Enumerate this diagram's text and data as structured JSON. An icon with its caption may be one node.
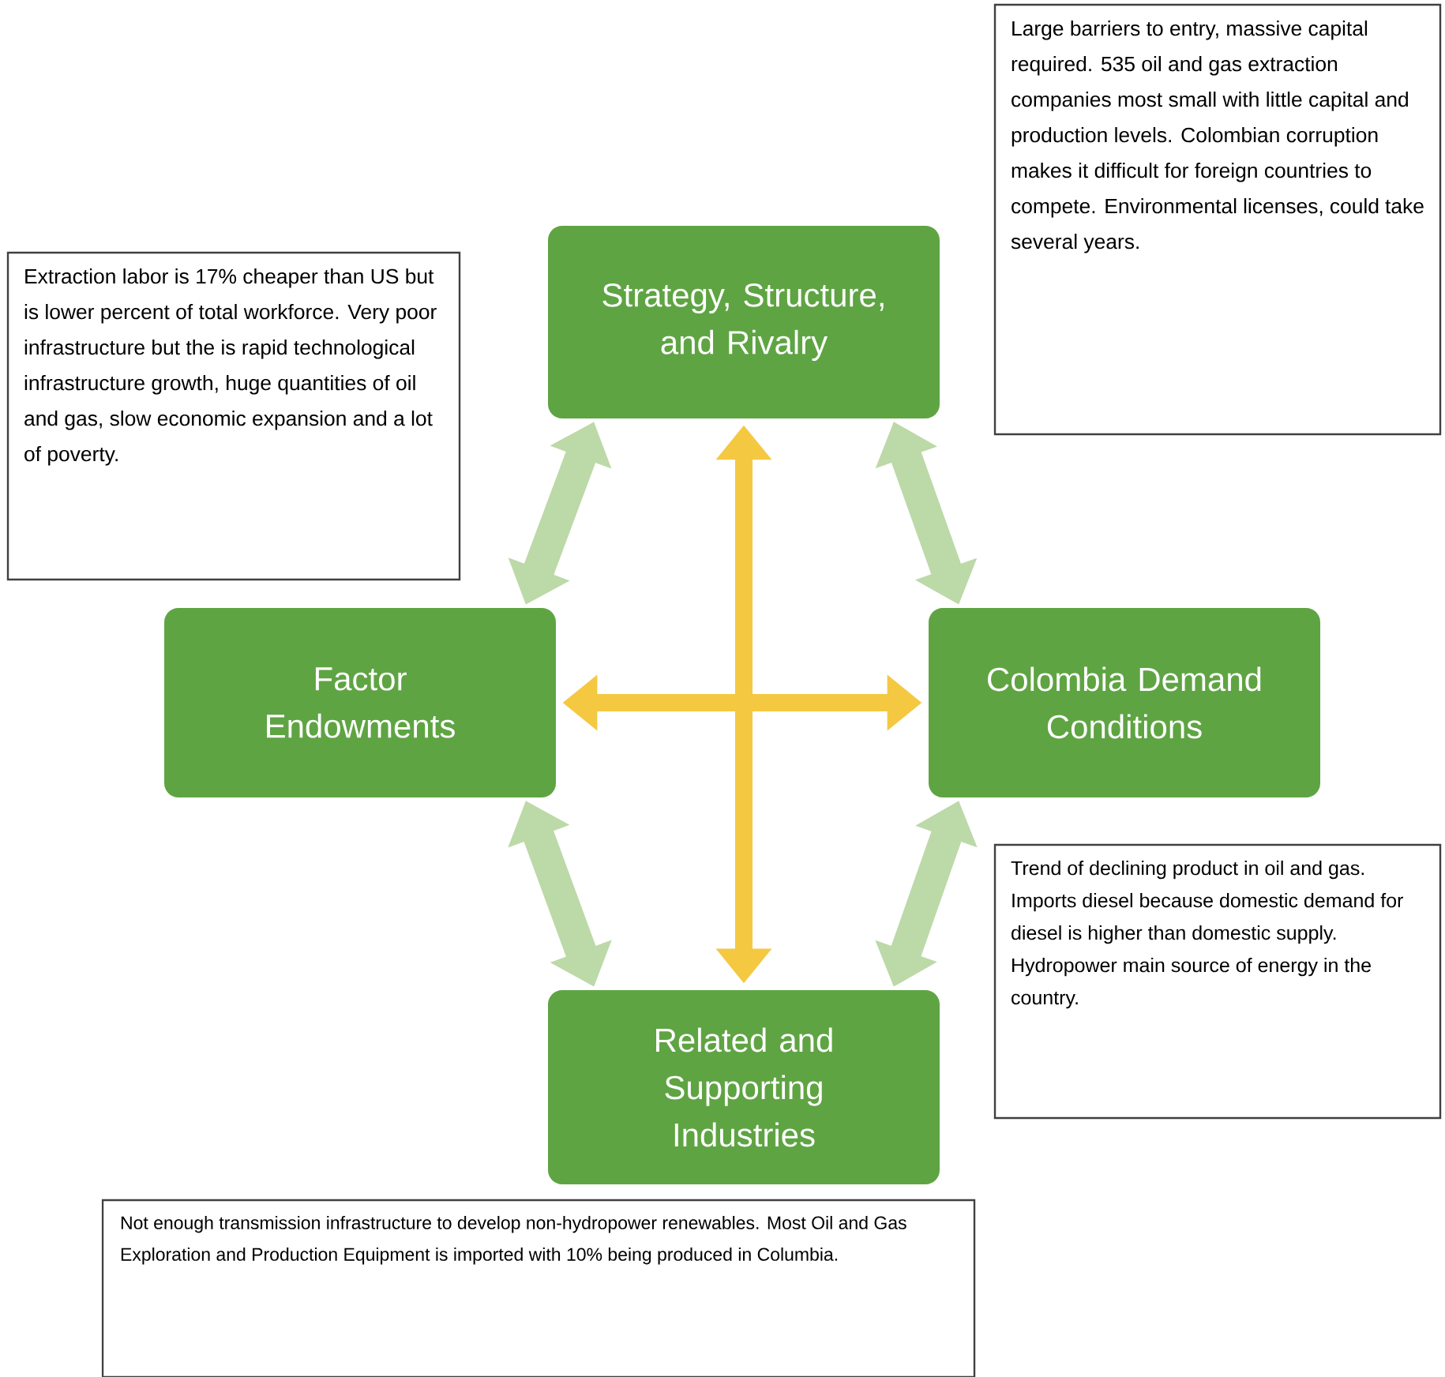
{
  "diagram": {
    "nodes": [
      {
        "text": [
          "Strategy, Structure, and Rivalry"
        ]
      },
      {
        "text": [
          "Large barriers to entry, massive capital required. 535 oil and gas extraction companies most small with little capital and production levels. Colombian corruption makes it difficult for foreign countries to compete. Environmental licenses, could take several years."
        ]
      },
      {
        "text": [
          "Extraction labor is 17% cheaper than US but is lower percent of total workforce. Very poor infrastructure but the is rapid technological infrastructure growth, huge quantities of oil and gas, slow economic expansion and a lot of poverty."
        ]
      },
      {
        "text": [
          "Factor Endowments"
        ]
      },
      {
        "text": [
          "Colombia Demand Conditions"
        ]
      },
      {
        "text": [
          "Trend of declining product in oil and gas. Imports diesel because domestic demand for diesel is higher than domestic supply. Hydropower main source of energy in the country."
        ]
      },
      {
        "text": [
          "Related and Supporting Industries"
        ]
      },
      {
        "text": [
          "Not enough transmission infrastructure to develop non-hydropower renewables. Most Oil and Gas Exploration and Production Equipment is imported with 10% being produced in Columbia."
        ]
      }
    ],
    "edges": [
      {
        "from": 0,
        "to": 3,
        "arrow": "both"
      },
      {
        "from": 0,
        "to": 4,
        "arrow": "both"
      },
      {
        "from": 3,
        "to": 6,
        "arrow": "both"
      },
      {
        "from": 4,
        "to": 6,
        "arrow": "both"
      },
      {
        "from": 0,
        "to": 6,
        "arrow": "both",
        "color": "#f5c842"
      },
      {
        "from": 3,
        "to": 4,
        "arrow": "both",
        "color": "#f5c842"
      }
    ]
  }
}
